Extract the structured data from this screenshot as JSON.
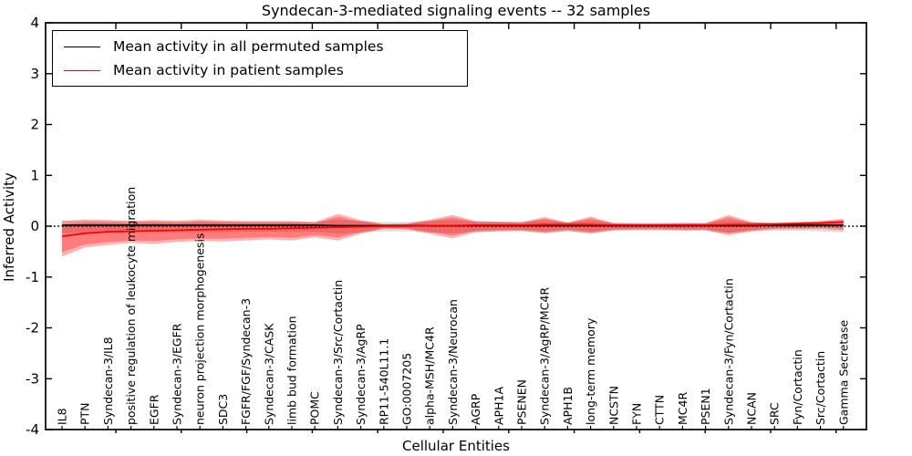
{
  "chart_data": {
    "type": "line",
    "title": "Syndecan-3-mediated signaling events -- 32 samples",
    "xlabel": "Cellular Entities",
    "ylabel": "Inferred Activity",
    "ylim": [
      -4,
      4
    ],
    "yticks": [
      4,
      3,
      2,
      1,
      0,
      -1,
      -2,
      -3,
      -4
    ],
    "grid": false,
    "legend_position": "upper left",
    "zero_line": {
      "style": "dotted",
      "color": "#000000",
      "y": 0
    },
    "categories": [
      "IL8",
      "PTN",
      "Syndecan-3/IL8",
      "positive regulation of leukocyte migration",
      "EGFR",
      "Syndecan-3/EGFR",
      "neuron projection morphogenesis",
      "SDC3",
      "FGFR/FGF/Syndecan-3",
      "Syndecan-3/CASK",
      "limb bud formation",
      "POMC",
      "Syndecan-3/Src/Cortactin",
      "Syndecan-3/AgRP",
      "RP11-540L11.1",
      "GO:0007205",
      "alpha-MSH/MC4R",
      "Syndecan-3/Neurocan",
      "AGRP",
      "APH1A",
      "PSENEN",
      "Syndecan-3/AgRP/MC4R",
      "APH1B",
      "long-term memory",
      "NCSTN",
      "FYN",
      "CTTN",
      "MC4R",
      "PSEN1",
      "Syndecan-3/Fyn/Cortactin",
      "NCAN",
      "SRC",
      "Fyn/Cortactin",
      "Src/Cortactin",
      "Gamma Secretase"
    ],
    "series": [
      {
        "name": "Mean activity in all permuted samples",
        "color": "#000000",
        "values": [
          0.02,
          0.02,
          0.02,
          0.02,
          0.02,
          0.02,
          0.02,
          0.02,
          0.02,
          0.02,
          0.02,
          0.02,
          0.01,
          0.01,
          0.01,
          0.01,
          0.01,
          0.01,
          0.01,
          0.01,
          0.01,
          0.01,
          0.01,
          0.01,
          0.01,
          0.01,
          0.01,
          0.01,
          0.01,
          0.01,
          0.01,
          0.02,
          0.02,
          0.02,
          0.02
        ]
      },
      {
        "name": "Mean activity in patient samples",
        "color": "#ff0000",
        "values": [
          -0.2,
          -0.14,
          -0.11,
          -0.1,
          -0.09,
          -0.08,
          -0.07,
          -0.06,
          -0.05,
          -0.05,
          -0.04,
          -0.03,
          -0.02,
          -0.01,
          0.0,
          0.0,
          0.01,
          0.01,
          0.02,
          0.02,
          0.02,
          0.03,
          0.03,
          0.03,
          0.02,
          0.02,
          0.02,
          0.02,
          0.02,
          0.03,
          0.03,
          0.04,
          0.05,
          0.06,
          0.08
        ]
      }
    ],
    "bands": [
      {
        "name": "permuted-samples-std-band",
        "color": "#808080",
        "opacity": 0.28,
        "upper": [
          0.11,
          0.11,
          0.1,
          0.1,
          0.1,
          0.1,
          0.1,
          0.1,
          0.09,
          0.09,
          0.09,
          0.09,
          0.13,
          0.1,
          0.08,
          0.08,
          0.1,
          0.12,
          0.09,
          0.08,
          0.08,
          0.11,
          0.08,
          0.11,
          0.07,
          0.07,
          0.07,
          0.07,
          0.07,
          0.12,
          0.08,
          0.07,
          0.07,
          0.08,
          0.1
        ],
        "lower": [
          -0.13,
          -0.13,
          -0.12,
          -0.12,
          -0.12,
          -0.12,
          -0.12,
          -0.12,
          -0.11,
          -0.11,
          -0.11,
          -0.11,
          -0.15,
          -0.12,
          -0.1,
          -0.1,
          -0.12,
          -0.14,
          -0.11,
          -0.1,
          -0.1,
          -0.13,
          -0.1,
          -0.13,
          -0.09,
          -0.09,
          -0.09,
          -0.09,
          -0.09,
          -0.14,
          -0.1,
          -0.09,
          -0.09,
          -0.1,
          -0.12
        ]
      },
      {
        "name": "patient-samples-std-band-outer",
        "color": "#ff0000",
        "opacity": 0.3,
        "upper": [
          0.1,
          0.13,
          0.12,
          0.1,
          0.12,
          0.1,
          0.13,
          0.11,
          0.1,
          0.1,
          0.1,
          0.08,
          0.24,
          0.12,
          0.04,
          0.05,
          0.13,
          0.22,
          0.1,
          0.09,
          0.08,
          0.18,
          0.07,
          0.19,
          0.06,
          0.05,
          0.05,
          0.06,
          0.06,
          0.22,
          0.08,
          0.06,
          0.08,
          0.1,
          0.14
        ],
        "lower": [
          -0.6,
          -0.42,
          -0.37,
          -0.33,
          -0.35,
          -0.31,
          -0.29,
          -0.3,
          -0.28,
          -0.26,
          -0.28,
          -0.22,
          -0.28,
          -0.15,
          -0.05,
          -0.06,
          -0.15,
          -0.24,
          -0.12,
          -0.1,
          -0.09,
          -0.14,
          -0.09,
          -0.15,
          -0.08,
          -0.07,
          -0.07,
          -0.08,
          -0.08,
          -0.18,
          -0.1,
          -0.06,
          -0.06,
          -0.05,
          -0.08
        ]
      },
      {
        "name": "patient-samples-std-band-inner",
        "color": "#ff0000",
        "opacity": 0.3,
        "inner_fraction_of_outer": 0.78
      }
    ]
  }
}
